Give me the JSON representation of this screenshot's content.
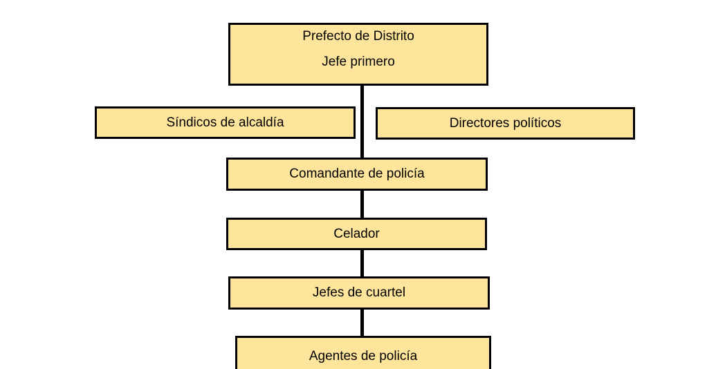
{
  "diagram": {
    "type": "org-chart",
    "colors": {
      "node_fill": "#FFE59B",
      "node_border": "#000000",
      "connector": "#000000",
      "background": "#FFFFFF"
    },
    "nodes": [
      {
        "id": "prefecto",
        "line1": "Prefecto de Distrito",
        "line2": "Jefe primero"
      },
      {
        "id": "sindicos",
        "label": "Síndicos de alcaldía"
      },
      {
        "id": "directores",
        "label": "Directores políticos"
      },
      {
        "id": "comandante",
        "label": "Comandante de policía"
      },
      {
        "id": "celador",
        "label": "Celador"
      },
      {
        "id": "jefes",
        "label": "Jefes de cuartel"
      },
      {
        "id": "agentes",
        "label": "Agentes de policía"
      }
    ],
    "edges": [
      {
        "from": "prefecto",
        "to": "comandante"
      },
      {
        "from": "comandante",
        "to": "celador"
      },
      {
        "from": "celador",
        "to": "jefes"
      },
      {
        "from": "jefes",
        "to": "agentes"
      }
    ]
  }
}
